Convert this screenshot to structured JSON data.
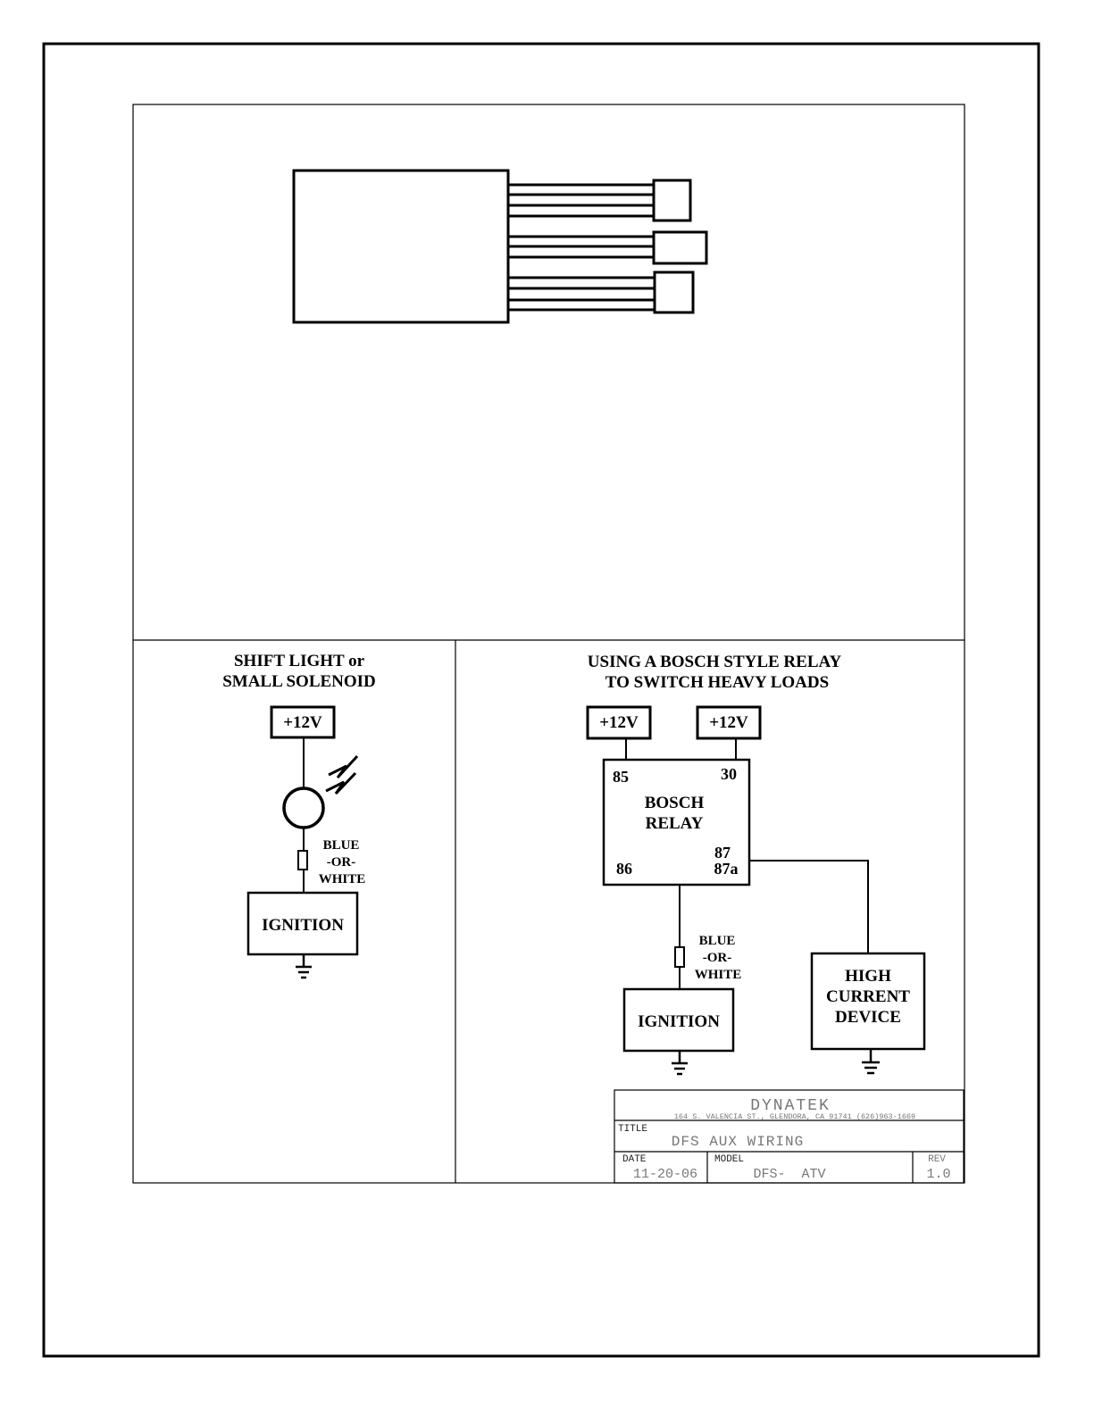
{
  "shift_light": {
    "title_line1": "SHIFT LIGHT or",
    "title_line2": "SMALL SOLENOID",
    "power_label": "+12V",
    "wire_color": [
      "BLUE",
      "-OR-",
      "WHITE"
    ],
    "ignition_label": "IGNITION"
  },
  "relay_section": {
    "title_line1": "USING A BOSCH STYLE RELAY",
    "title_line2": "TO SWITCH HEAVY LOADS",
    "power_label_left": "+12V",
    "power_label_right": "+12V",
    "relay_name": [
      "BOSCH",
      "RELAY"
    ],
    "pins": {
      "p85": "85",
      "p30": "30",
      "p87": "87",
      "p86": "86",
      "p87a": "87a"
    },
    "wire_color": [
      "BLUE",
      "-OR-",
      "WHITE"
    ],
    "ignition_label": "IGNITION",
    "device_label": [
      "HIGH",
      "CURRENT",
      "DEVICE"
    ]
  },
  "title_block": {
    "company": "DYNATEK",
    "address": "164 S. VALENCIA ST., GLENDORA, CA 91741  (626)963-1669",
    "title_label": "TITLE",
    "title_value": "DFS AUX WIRING",
    "date_label": "DATE",
    "date_value": "11-20-06",
    "model_label": "MODEL",
    "model_value": "DFS-  ATV",
    "rev_label": "REV",
    "rev_value": "1.0"
  }
}
